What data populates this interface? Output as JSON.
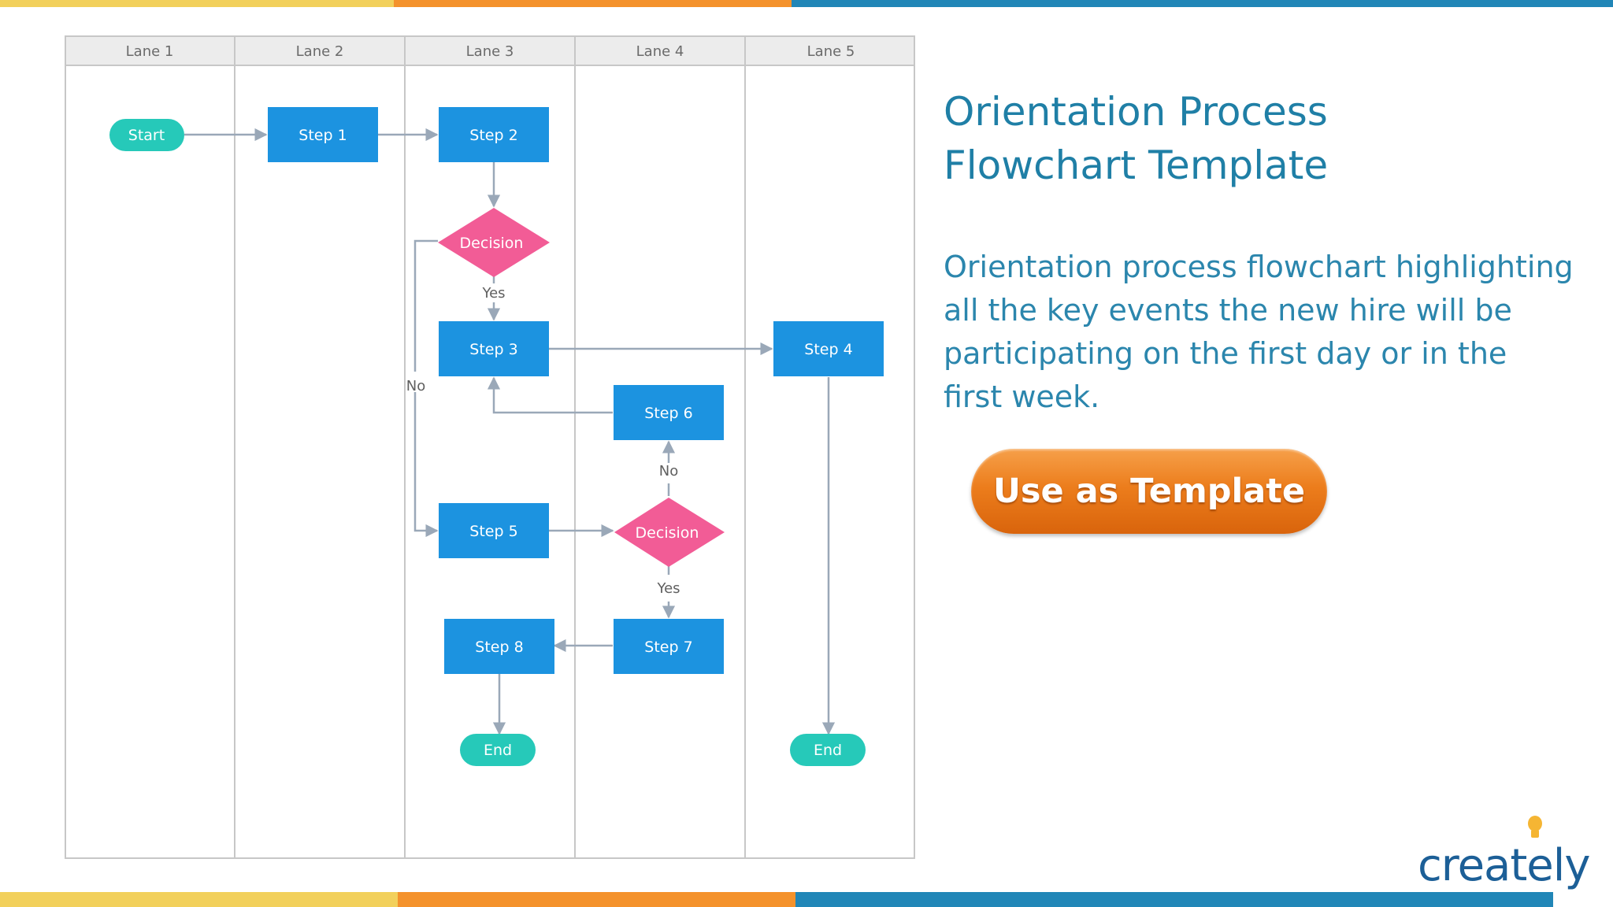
{
  "colors": {
    "bar_yellow": "#f2d05b",
    "bar_orange": "#f4922c",
    "bar_blue": "#2186b7",
    "process": "#1c93e0",
    "terminal": "#26c9b9",
    "decision": "#f25c96",
    "connector": "#9aa8b8",
    "lane_header": "#ececec",
    "lane_border": "#c7c7c7"
  },
  "lanes": [
    "Lane 1",
    "Lane 2",
    "Lane 3",
    "Lane 4",
    "Lane 5"
  ],
  "nodes": {
    "start": "Start",
    "step1": "Step 1",
    "step2": "Step 2",
    "decision1": "Decision",
    "step3": "Step 3",
    "step4": "Step 4",
    "step6": "Step 6",
    "step5": "Step 5",
    "decision2": "Decision",
    "step7": "Step 7",
    "step8": "Step 8",
    "end1": "End",
    "end2": "End"
  },
  "edge_labels": {
    "decision1_yes": "Yes",
    "decision1_no": "No",
    "decision2_no": "No",
    "decision2_yes": "Yes"
  },
  "title_line1": "Orientation Process",
  "title_line2": "Flowchart Template",
  "description": "Orientation process flowchart highlighting all the key events the new hire will be participating on the first day or in the first week.",
  "cta_label": "Use as Template",
  "logo_text": "creately"
}
